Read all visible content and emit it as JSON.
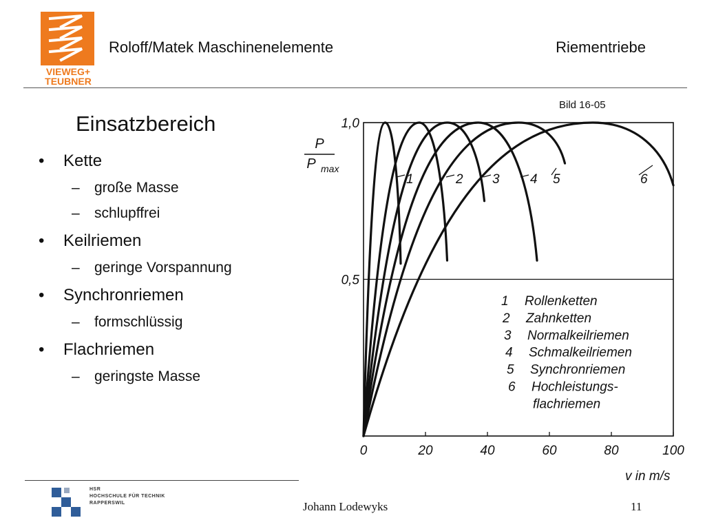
{
  "header": {
    "logo_line1": "VIEWEG+",
    "logo_line2": "TEUBNER",
    "title": "Roloff/Matek Maschinenelemente",
    "topic": "Riementriebe"
  },
  "slide": {
    "title": "Einsatzbereich",
    "bullets": [
      {
        "label": "Kette",
        "subs": [
          "große Masse",
          "schlupffrei"
        ]
      },
      {
        "label": "Keilriemen",
        "subs": [
          "geringe Vorspannung"
        ]
      },
      {
        "label": "Synchronriemen",
        "subs": [
          "formschlüssig"
        ]
      },
      {
        "label": "Flachriemen",
        "subs": [
          "geringste Masse"
        ]
      }
    ],
    "bullet_symbol": "•",
    "dash_symbol": "–"
  },
  "figure_label": "Bild 16-05",
  "chart_data": {
    "type": "line",
    "x_axis_label": "v in m/s",
    "y_axis_label_num": "P",
    "y_axis_label_den": "P",
    "y_axis_label_den_sub": "max",
    "xlim": [
      0,
      100
    ],
    "ylim": [
      0,
      1.0
    ],
    "x_ticks": [
      0,
      20,
      40,
      60,
      80,
      100
    ],
    "y_ticks": [
      {
        "value": 0.5,
        "label": "0,5"
      },
      {
        "value": 1.0,
        "label": "1,0"
      }
    ],
    "grid": "horizontal line at 0,5",
    "series": [
      {
        "name": "1",
        "peak_x": 7,
        "end_x": 12,
        "end_y": 0.55
      },
      {
        "name": "2",
        "peak_x": 18,
        "end_x": 27,
        "end_y": 0.56
      },
      {
        "name": "3",
        "peak_x": 27,
        "end_x": 39,
        "end_y": 0.75
      },
      {
        "name": "4",
        "peak_x": 37,
        "end_x": 56,
        "end_y": 0.56
      },
      {
        "name": "5",
        "peak_x": 50,
        "end_x": 65,
        "end_y": 0.87
      },
      {
        "name": "6",
        "peak_x": 74,
        "end_x": 100,
        "end_y": 0.8
      }
    ],
    "legend": {
      "placement": "bottom-right",
      "items": [
        {
          "num": "1",
          "text": "Rollenketten"
        },
        {
          "num": "2",
          "text": "Zahnketten"
        },
        {
          "num": "3",
          "text": "Normalkeilriemen"
        },
        {
          "num": "4",
          "text": "Schmalkeilriemen"
        },
        {
          "num": "5",
          "text": "Synchronriemen"
        },
        {
          "num": "6",
          "text": "Hochleistungs-"
        },
        {
          "num": "",
          "text": "flachriemen"
        }
      ]
    }
  },
  "footer": {
    "hsr_line1": "HSR",
    "hsr_line2": "HOCHSCHULE FÜR TECHNIK",
    "hsr_line3": "RAPPERSWIL",
    "author": "Johann Lodewyks",
    "page": "11"
  },
  "colors": {
    "brand_orange": "#ee7a1e",
    "hsr_blue": "#2f5d99"
  }
}
